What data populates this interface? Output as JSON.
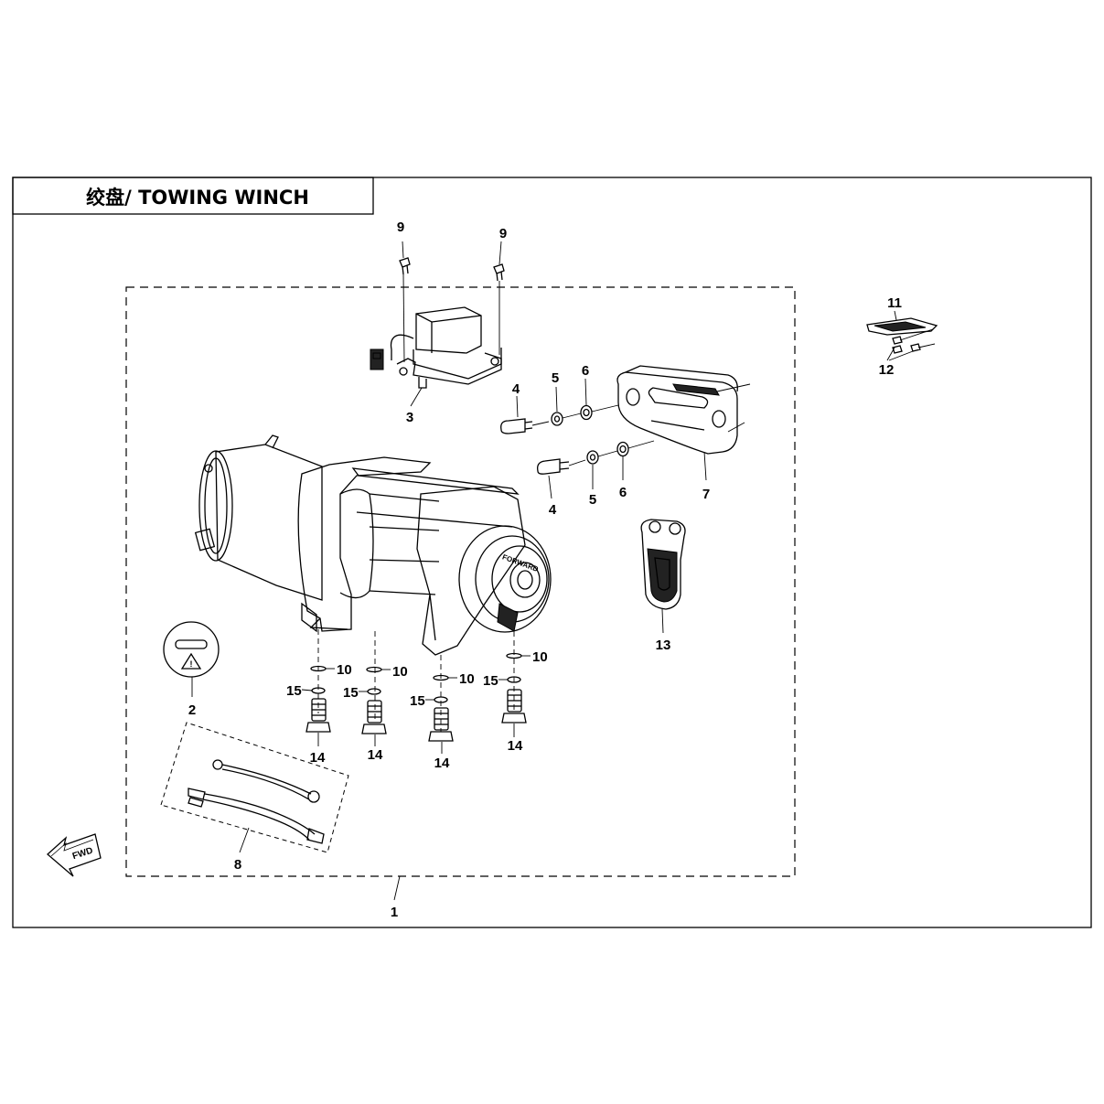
{
  "title": "绞盘/ TOWING WINCH",
  "fwd_mark": "FWD",
  "drum_text": "FORWARD",
  "callouts": {
    "c1": "1",
    "c2": "2",
    "c3": "3",
    "c4a": "4",
    "c4b": "4",
    "c5a": "5",
    "c5b": "5",
    "c6a": "6",
    "c6b": "6",
    "c7": "7",
    "c8": "8",
    "c9a": "9",
    "c9b": "9",
    "c10a": "10",
    "c10b": "10",
    "c10c": "10",
    "c10d": "10",
    "c11": "11",
    "c12": "12",
    "c13": "13",
    "c14a": "14",
    "c14b": "14",
    "c14c": "14",
    "c14d": "14",
    "c15a": "15",
    "c15b": "15",
    "c15c": "15",
    "c15d": "15"
  }
}
